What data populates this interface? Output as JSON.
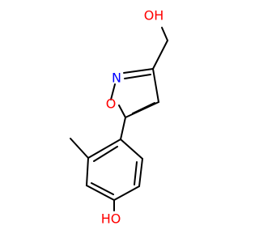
{
  "molecule": {
    "atoms": [
      {
        "key": "oh-top",
        "text": "OH",
        "color": "#ff0000"
      },
      {
        "key": "n-ring",
        "text": "N",
        "color": "#0000ff"
      },
      {
        "key": "o-ring",
        "text": "O",
        "color": "#ff0000"
      },
      {
        "key": "ho-bottom",
        "text": "HO",
        "color": "#ff0000"
      }
    ],
    "colors": {
      "bond": "#000000",
      "oxygen": "#ff0000",
      "nitrogen": "#0000ff",
      "background": "#ffffff"
    }
  }
}
